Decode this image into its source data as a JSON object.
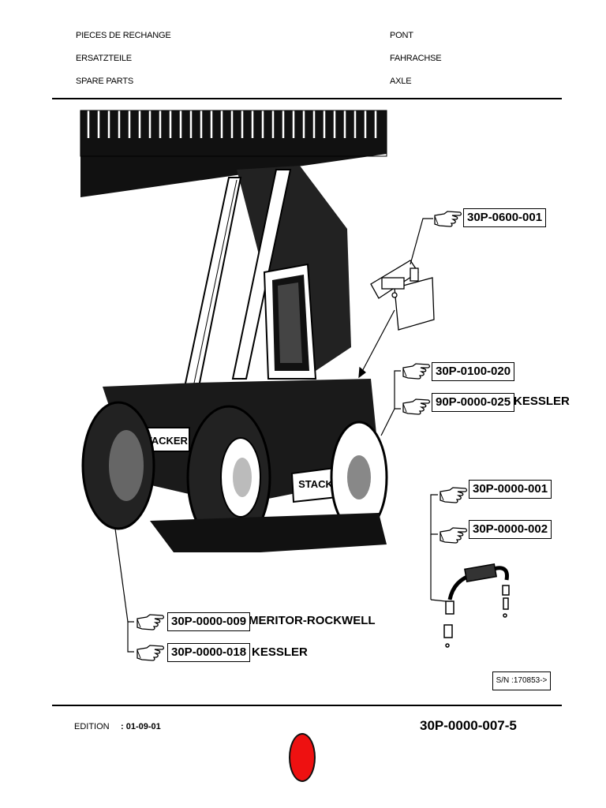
{
  "header": {
    "left": [
      "PIECES DE RECHANGE",
      "ERSATZTEILE",
      "SPARE PARTS"
    ],
    "right": [
      "PONT",
      "FAHRACHSE",
      "AXLE"
    ]
  },
  "callouts": [
    {
      "part": "30P-0600-001",
      "maker": ""
    },
    {
      "part": "30P-0100-020",
      "maker": ""
    },
    {
      "part": "90P-0000-025",
      "maker": "KESSLER"
    },
    {
      "part": "30P-0000-001",
      "maker": ""
    },
    {
      "part": "30P-0000-002",
      "maker": ""
    },
    {
      "part": "30P-0000-009",
      "maker": "MERITOR-ROCKWELL"
    },
    {
      "part": "30P-0000-018",
      "maker": "KESSLER"
    }
  ],
  "machine_badge": "STACKER",
  "serial": "S/N :170853->",
  "footer": {
    "edition_label": "EDITION",
    "edition_value": ": 01-09-01",
    "doc_number": "30P-0000-007-5"
  },
  "icons": [
    "pointing-hand-icon",
    "red-dot-marker"
  ],
  "colors": {
    "ink": "#000000",
    "paper": "#ffffff",
    "marker": "#ee1111"
  }
}
